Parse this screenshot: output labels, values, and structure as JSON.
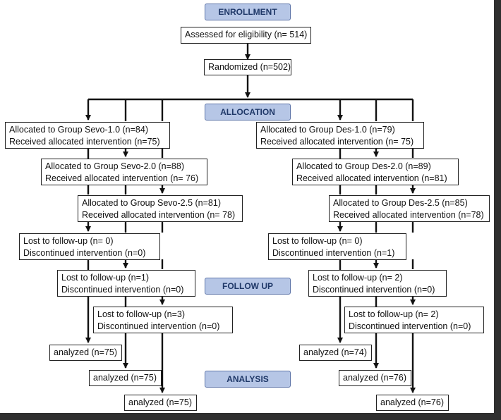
{
  "stages": {
    "enrollment": "ENROLLMENT",
    "allocation": "ALLOCATION",
    "follow_up": "FOLLOW UP",
    "analysis": "ANALYSIS"
  },
  "assessed": "Assessed for eligibility (n= 514)",
  "randomized": "Randomized (n=502)",
  "sevo": {
    "alloc": [
      {
        "line1": "Allocated to Group Sevo-1.0 (n=84)",
        "line2": "Received allocated intervention (n=75)"
      },
      {
        "line1": "Allocated to Group Sevo-2.0 (n=88)",
        "line2": "Received allocated intervention (n= 76)"
      },
      {
        "line1": "Allocated to Group Sevo-2.5 (n=81)",
        "line2": "Received allocated intervention (n= 78)"
      }
    ],
    "follow": [
      {
        "line1": "Lost to follow-up (n= 0)",
        "line2": "Discontinued intervention (n=0)"
      },
      {
        "line1": "Lost to follow-up (n=1)",
        "line2": "Discontinued intervention (n=0)"
      },
      {
        "line1": "Lost to follow-up (n=3)",
        "line2": "Discontinued intervention (n=0)"
      }
    ],
    "analyzed": [
      "analyzed (n=75)",
      "analyzed (n=75)",
      "analyzed (n=75)"
    ]
  },
  "des": {
    "alloc": [
      {
        "line1": "Allocated to Group Des-1.0 (n=79)",
        "line2": "Received allocated intervention (n= 75)"
      },
      {
        "line1": "Allocated to Group Des-2.0 (n=89)",
        "line2": "Received allocated intervention (n=81)"
      },
      {
        "line1": "Allocated to Group Des-2.5 (n=85)",
        "line2": "Received allocated intervention (n=78)"
      }
    ],
    "follow": [
      {
        "line1": "Lost to follow-up (n= 0)",
        "line2": "Discontinued intervention (n=1)"
      },
      {
        "line1": "Lost to follow-up (n= 2)",
        "line2": "Discontinued intervention (n=0)"
      },
      {
        "line1": "Lost to follow-up (n= 2)",
        "line2": "Discontinued intervention (n=0)"
      }
    ],
    "analyzed": [
      "analyzed (n=74)",
      "analyzed (n=76)",
      "analyzed (n=76)"
    ]
  }
}
